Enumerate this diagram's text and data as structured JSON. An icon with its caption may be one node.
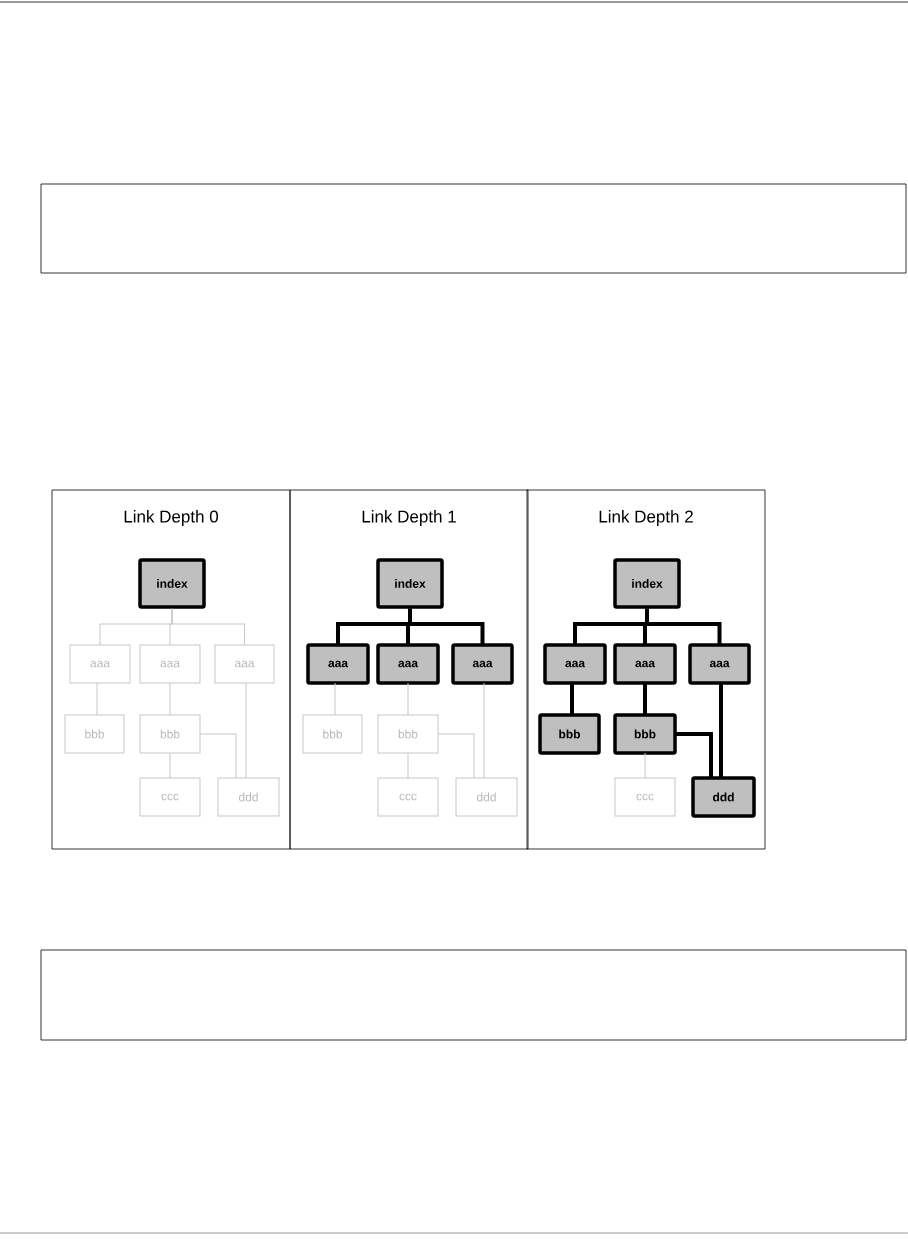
{
  "diagram": {
    "nodes": [
      {
        "text": [],
        "shape": "box"
      },
      {
        "text": [
          "Link Depth 0"
        ]
      },
      {
        "text": [
          "index"
        ],
        "in": 1
      },
      {
        "text": [
          "aaa"
        ],
        "in": 1
      },
      {
        "text": [
          "aaa"
        ],
        "in": 1
      },
      {
        "text": [
          "aaa"
        ],
        "in": 1
      },
      {
        "text": [
          "bbb"
        ],
        "in": 1
      },
      {
        "text": [
          "bbb"
        ],
        "in": 1
      },
      {
        "text": [
          "ccc"
        ],
        "in": 1
      },
      {
        "text": [
          "ddd"
        ],
        "in": 1
      },
      {
        "text": [
          "Link Depth 1"
        ]
      },
      {
        "text": [
          "index"
        ],
        "in": 10
      },
      {
        "text": [
          "aaa"
        ],
        "in": 10
      },
      {
        "text": [
          "aaa"
        ],
        "in": 10
      },
      {
        "text": [
          "aaa"
        ],
        "in": 10
      },
      {
        "text": [
          "bbb"
        ],
        "in": 10
      },
      {
        "text": [
          "bbb"
        ],
        "in": 10
      },
      {
        "text": [
          "ccc"
        ],
        "in": 10
      },
      {
        "text": [
          "ddd"
        ],
        "in": 10
      },
      {
        "text": [
          "Link Depth 2"
        ]
      },
      {
        "text": [
          "index"
        ],
        "in": 19
      },
      {
        "text": [
          "aaa"
        ],
        "in": 19
      },
      {
        "text": [
          "aaa"
        ],
        "in": 19
      },
      {
        "text": [
          "aaa"
        ],
        "in": 19
      },
      {
        "text": [
          "bbb"
        ],
        "in": 19
      },
      {
        "text": [
          "bbb"
        ],
        "in": 19
      },
      {
        "text": [
          "ccc"
        ],
        "in": 19
      },
      {
        "text": [
          "ddd"
        ],
        "in": 19
      },
      {
        "text": [],
        "shape": "box"
      }
    ],
    "edges": [
      {
        "from": 2,
        "to": 3,
        "arrow": "none"
      },
      {
        "from": 2,
        "to": 4,
        "arrow": "none"
      },
      {
        "from": 2,
        "to": 5,
        "arrow": "none"
      },
      {
        "from": 3,
        "to": 6,
        "arrow": "none"
      },
      {
        "from": 4,
        "to": 7,
        "arrow": "none"
      },
      {
        "from": 7,
        "to": 8,
        "arrow": "none"
      },
      {
        "from": 7,
        "to": 9,
        "arrow": "none"
      },
      {
        "from": 5,
        "to": 9,
        "arrow": "none"
      },
      {
        "from": 11,
        "to": 12,
        "arrow": "none",
        "style": "thick",
        "color": "#000000"
      },
      {
        "from": 11,
        "to": 13,
        "arrow": "none",
        "style": "thick",
        "color": "#000000"
      },
      {
        "from": 11,
        "to": 14,
        "arrow": "none",
        "style": "thick",
        "color": "#000000"
      },
      {
        "from": 12,
        "to": 15,
        "arrow": "none"
      },
      {
        "from": 13,
        "to": 16,
        "arrow": "none"
      },
      {
        "from": 16,
        "to": 17,
        "arrow": "none"
      },
      {
        "from": 16,
        "to": 18,
        "arrow": "none"
      },
      {
        "from": 14,
        "to": 18,
        "arrow": "none"
      },
      {
        "from": 20,
        "to": 21,
        "arrow": "none",
        "style": "thick",
        "color": "#000000"
      },
      {
        "from": 20,
        "to": 22,
        "arrow": "none",
        "style": "thick",
        "color": "#000000"
      },
      {
        "from": 20,
        "to": 23,
        "arrow": "none",
        "style": "thick",
        "color": "#000000"
      },
      {
        "from": 21,
        "to": 24,
        "arrow": "none",
        "style": "thick",
        "color": "#000000"
      },
      {
        "from": 22,
        "to": 25,
        "arrow": "none",
        "style": "thick",
        "color": "#000000"
      },
      {
        "from": 25,
        "to": 26,
        "arrow": "none"
      },
      {
        "from": 25,
        "to": 27,
        "arrow": "none",
        "style": "thick",
        "color": "#000000"
      },
      {
        "from": 23,
        "to": 27,
        "arrow": "none",
        "style": "thick",
        "color": "#000000"
      }
    ]
  }
}
